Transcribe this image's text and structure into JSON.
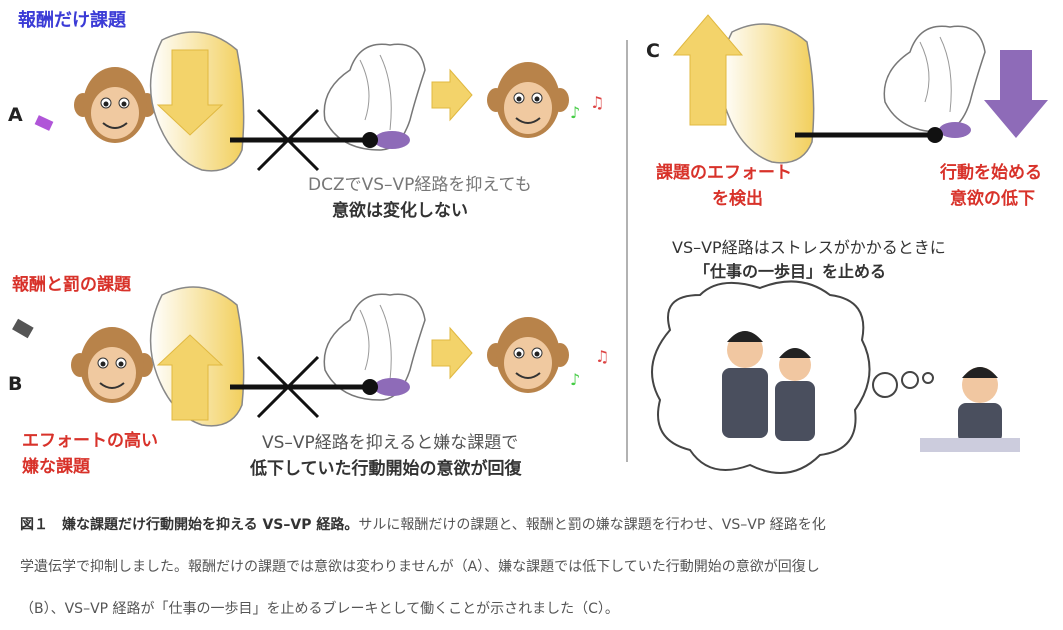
{
  "panel_a": {
    "label": "A",
    "task": "報酬だけ課題",
    "note_line1": "DCZでVS–VP経路を抑えても",
    "note_line2": "意欲は変化しない"
  },
  "panel_b": {
    "label": "B",
    "task": "報酬と罰の課題",
    "effort_line1": "エフォートの高い",
    "effort_line2": "嫌な課題",
    "note_line1": "VS–VP経路を抑えると嫌な課題で",
    "note_line2": "低下していた行動開始の意欲が回復"
  },
  "panel_c": {
    "label": "C",
    "left_line1": "課題のエフォート",
    "left_line2": "を検出",
    "right_line1": "行動を始める",
    "right_line2": "意欲の低下",
    "note_line1": "VS–VP経路はストレスがかかるときに",
    "note_line2": "「仕事の一歩目」を止める"
  },
  "caption": {
    "title": "図１　嫌な課題だけ行動開始を抑える VS–VP 経路。",
    "line1": "サルに報酬だけの課題と、報酬と罰の嫌な課題を行わせ、VS–VP 経路を化",
    "line2": "学遺伝学で抑制しました。報酬だけの課題では意欲は変わりませんが（A）、嫌な課題では低下していた行動開始の意欲が回復し",
    "line3": "（B）、VS–VP 経路が「仕事の一歩目」を止めるブレーキとして働くことが示されました（C）。"
  },
  "colors": {
    "yellow": "#f3d36a",
    "purple": "#8e6bb8",
    "red": "#d8322a",
    "blue": "#3b3bd6",
    "monkey": "#b8834a"
  }
}
